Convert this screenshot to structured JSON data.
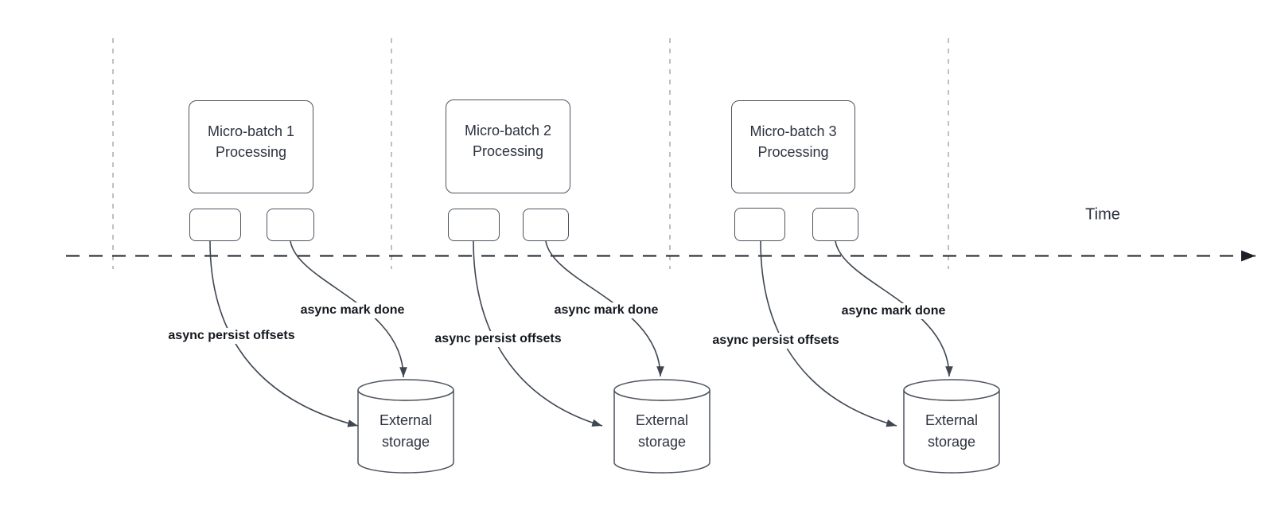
{
  "diagram": {
    "time_label": "Time",
    "sections": [
      {
        "box_label": "Micro-batch 1\nProcessing",
        "persist_label": "async persist offsets",
        "done_label": "async mark done",
        "storage_label": "External\nstorage"
      },
      {
        "box_label": "Micro-batch 2\nProcessing",
        "persist_label": "async persist offsets",
        "done_label": "async mark done",
        "storage_label": "External\nstorage"
      },
      {
        "box_label": "Micro-batch 3\nProcessing",
        "persist_label": "async persist offsets",
        "done_label": "async mark done",
        "storage_label": "External\nstorage"
      }
    ],
    "colors": {
      "line": "#3f4651",
      "axis": "#1d2127",
      "guide": "#a8abaf",
      "border": "#4d545e",
      "text": "#2d3240",
      "label": "#14181f"
    }
  }
}
